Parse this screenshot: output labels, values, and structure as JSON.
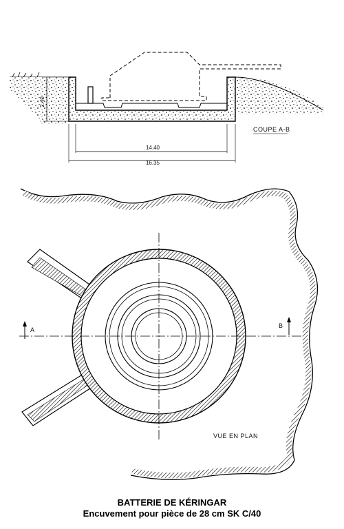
{
  "section_label": "COUPE A-B",
  "dimensions": {
    "height": "2.40",
    "inner_width": "14.40",
    "outer_width": "16.35"
  },
  "plan_label": "VUE EN PLAN",
  "marker_a": "A",
  "marker_b": "B",
  "caption": {
    "title": "BATTERIE DE KÉRINGAR",
    "subtitle": "Encuvement pour pièce de 28 cm SK C/40"
  }
}
